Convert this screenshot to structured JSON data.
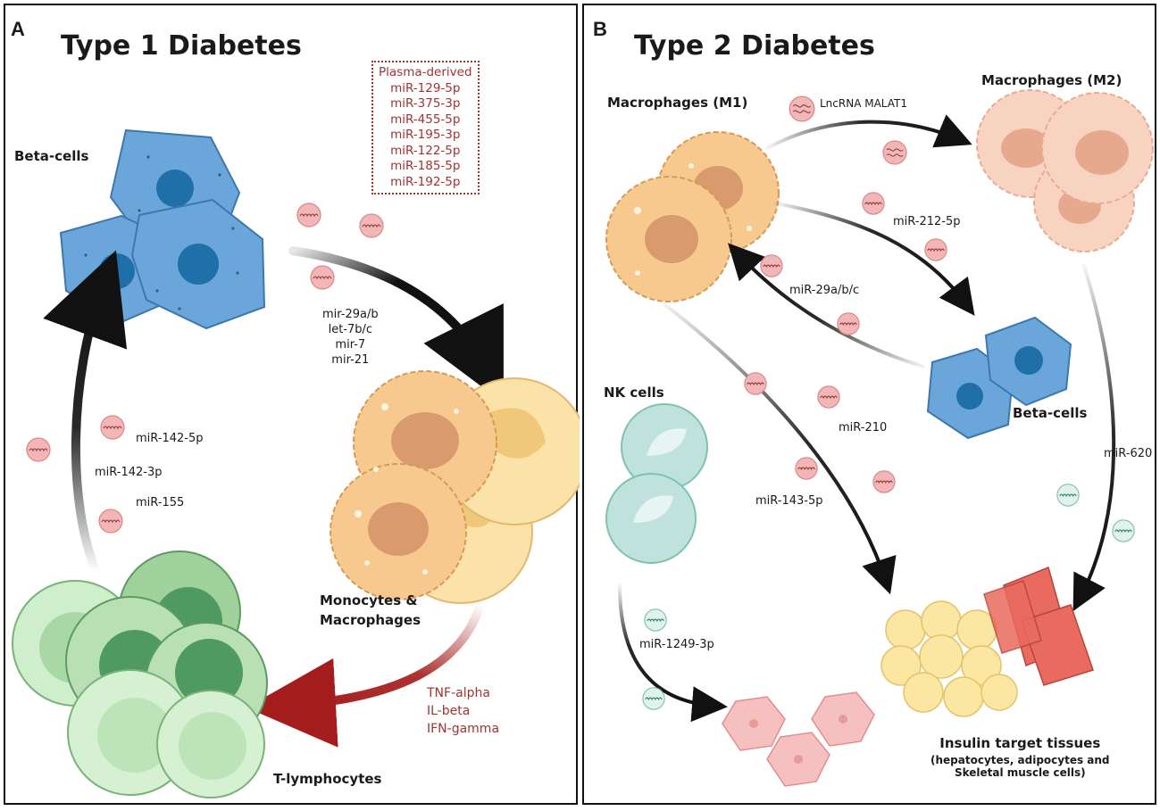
{
  "panel_a": {
    "letter": "A",
    "title": "Type 1 Diabetes",
    "beta_cells": "Beta-cells",
    "plasma_box": [
      "Plasma-derived",
      "miR-129-5p",
      "miR-375-3p",
      "miR-455-5p",
      "miR-195-3p",
      "miR-122-5p",
      "miR-185-5p",
      "miR-192-5p"
    ],
    "beta_to_mono_mirs": [
      "mir-29a/b",
      "let-7b/c",
      "mir-7",
      "mir-21"
    ],
    "monocytes": [
      "Monocytes &",
      "Macrophages"
    ],
    "cytokines": [
      "TNF-alpha",
      "IL-beta",
      "IFN-gamma"
    ],
    "t_lymphocytes": "T-lymphocytes",
    "mir_142_5p": "miR-142-5p",
    "mir_142_3p": "miR-142-3p",
    "mir_155": "miR-155"
  },
  "panel_b": {
    "letter": "B",
    "title": "Type 2 Diabetes",
    "macrophages_m1": "Macrophages (M1)",
    "macrophages_m2": "Macrophages (M2)",
    "lncrna": "LncRNA MALAT1",
    "mir_212": "miR-212-5p",
    "mir_29": "miR-29a/b/c",
    "beta_cells": "Beta-cells",
    "nk_cells": "NK cells",
    "mir_210": "miR-210",
    "mir_143": "miR-143-5p",
    "mir_620": "miR-620",
    "mir_1249": "miR-1249-3p",
    "insulin_title": "Insulin target tissues",
    "insulin_sub": [
      "(hepatocytes, adipocytes and",
      "Skeletal muscle cells)"
    ]
  },
  "colors": {
    "beta_cell": "#6aa6da",
    "beta_nucleus": "#1f6fa8",
    "macrophage": "#f7c98f",
    "t_cell": "#b9dfb4",
    "nk_cell": "#bfe3dc",
    "mirna_red": "#f3b6b6",
    "mirna_green": "#cdebe2",
    "cytokine_arrow": "#a51c1c",
    "hepatocyte": "#f6c0c0",
    "adipocyte": "#fbe7a2",
    "muscle": "#e96a5e"
  }
}
